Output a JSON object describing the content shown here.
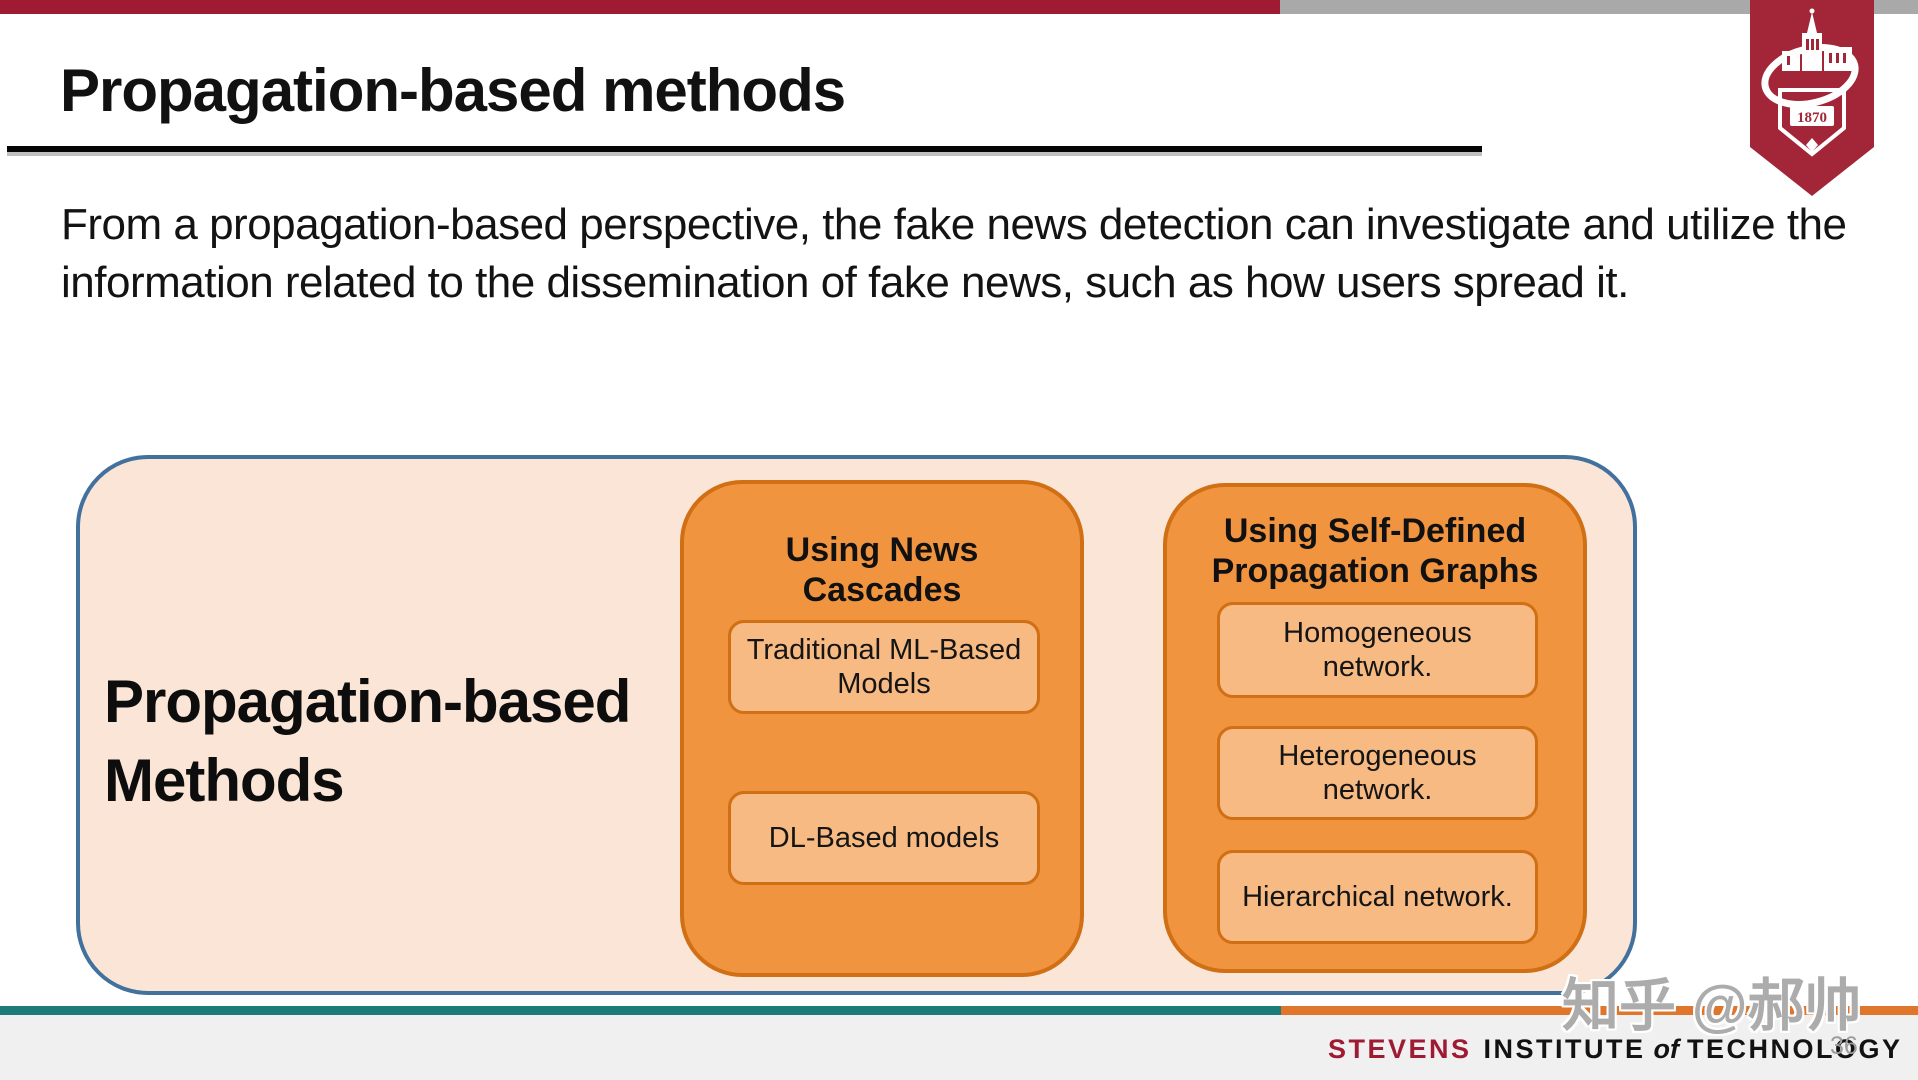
{
  "slide": {
    "title": "Propagation-based methods",
    "body_text": "From a propagation-based perspective, the fake news detection can investigate and utilize the information related to the dissemination of fake news, such as how users spread it.",
    "page_number": "36",
    "watermark": "知乎 @郝帅"
  },
  "logo": {
    "name": "stevens-pennant-logo",
    "year": "1870"
  },
  "diagram": {
    "container_label": "Propagation-based Methods",
    "groups": [
      {
        "title": "Using News Cascades",
        "items": [
          "Traditional ML-Based Models",
          "DL-Based models"
        ]
      },
      {
        "title": "Using Self-Defined Propagation Graphs",
        "items": [
          "Homogeneous network.",
          "Heterogeneous network.",
          "Hierarchical network."
        ]
      }
    ]
  },
  "footer": {
    "stevens": "STEVENS",
    "institute": "INSTITUTE",
    "of": "of",
    "technology": "TECHNOLOGY"
  },
  "colors": {
    "maroon": "#9E1B33",
    "logo_maroon": "#A32638",
    "gray_bar": "#A9A9A9",
    "outer_fill": "#FBE5D6",
    "outer_border": "#41719C",
    "group_fill": "#F0943F",
    "group_border": "#D06F14",
    "item_fill": "#F7BA83",
    "teal_bar": "#1C7C79",
    "orange_bar": "#E0762C",
    "footer_bg": "#F0F0F1"
  }
}
